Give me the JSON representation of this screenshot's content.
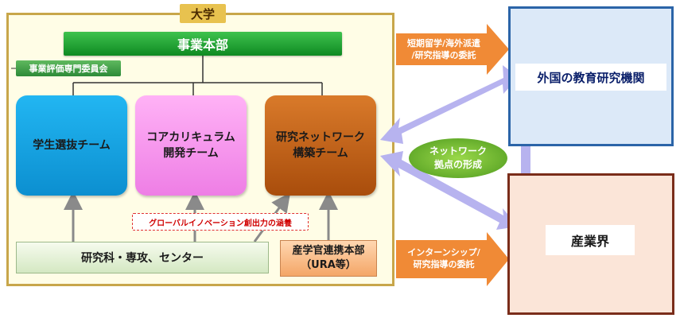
{
  "university": {
    "label": "大学"
  },
  "hq": {
    "label": "事業本部"
  },
  "evaluation_committee": {
    "label": "事業評価専門委員会"
  },
  "teams": [
    {
      "line1": "学生選抜チーム",
      "line2": ""
    },
    {
      "line1": "コアカリキュラム",
      "line2": "開発チーム"
    },
    {
      "line1": "研究ネットワーク",
      "line2": "構築チーム"
    }
  ],
  "innovation_badge": {
    "label": "グローバルイノベーション創出力の涵養"
  },
  "departments": {
    "label": "研究科・専攻、センター"
  },
  "industry_collab": {
    "line1": "産学官連携本部",
    "line2": "（URA等）"
  },
  "top_arrow": {
    "line1": "短期留学/海外派遣",
    "line2": "/研究指導の委託"
  },
  "bottom_arrow": {
    "line1": "インターンシップ/",
    "line2": "研究指導の委託"
  },
  "network": {
    "line1": "ネットワーク",
    "line2": "拠点の形成"
  },
  "foreign": {
    "label": "外国の教育研究機関"
  },
  "industry": {
    "label": "産業界"
  },
  "colors": {
    "orange_arrow": "#f08a36",
    "lavender_arrow": "#b7b3ef",
    "university_border": "#c8a64a"
  }
}
